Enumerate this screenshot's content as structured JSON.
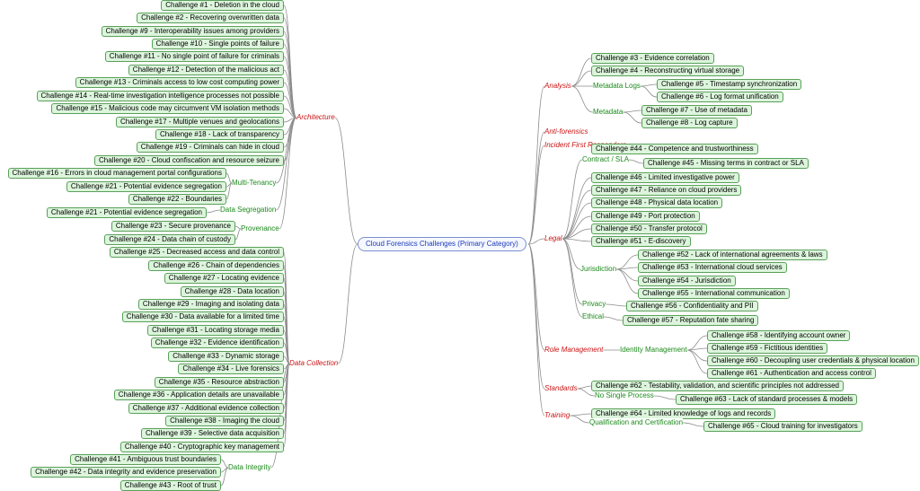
{
  "root": "Cloud Forensics Challenges (Primary Category)",
  "colors": {
    "leaf_fill": "#dcf5dc",
    "leaf_border": "#5aa05a",
    "category": "#cc1414",
    "subcategory": "#1b8a1b",
    "root_text": "#1a3bb8",
    "line": "#8c8c8c"
  },
  "left": [
    {
      "category": "Architecture",
      "leaves": [
        "Challenge #1 - Deletion in the cloud",
        "Challenge #2 - Recovering overwritten data",
        "Challenge #9 - Interoperability issues among providers",
        "Challenge #10 - Single points of failure",
        "Challenge #11 - No single point of failure for criminals",
        "Challenge #12 - Detection of the malicious act",
        "Challenge #13 - Criminals access to low cost computing power",
        "Challenge #14 - Real-time investigation intelligence processes not possible",
        "Challenge #15 - Malicious code may circumvent VM isolation methods",
        "Challenge #17 - Multiple venues and geolocations",
        "Challenge #18 - Lack of transparency",
        "Challenge #19 - Criminals can hide in cloud",
        "Challenge #20 - Cloud confiscation and resource seizure"
      ],
      "groups": [
        {
          "name": "Multi-Tenancy",
          "leaves": [
            "Challenge #16 - Errors in cloud management portal configurations",
            "Challenge #21 - Potential evidence segregation",
            "Challenge #22 - Boundaries"
          ]
        },
        {
          "name": "Data Segregation",
          "leaves": [
            "Challenge #21 - Potential evidence segregation"
          ]
        },
        {
          "name": "Provenance",
          "leaves": [
            "Challenge #23 - Secure provenance",
            "Challenge #24 - Data chain of custody"
          ]
        }
      ]
    },
    {
      "category": "Data Collection",
      "leaves": [
        "Challenge #25 - Decreased access and data control",
        "Challenge #26 - Chain of dependencies",
        "Challenge #27 - Locating evidence",
        "Challenge #28 - Data location",
        "Challenge #29 - Imaging and isolating data",
        "Challenge #30 - Data available for a limited time",
        "Challenge #31 - Locating storage media",
        "Challenge #32 - Evidence identification",
        "Challenge #33 - Dynamic storage",
        "Challenge #34 - Live forensics",
        "Challenge #35 - Resource abstraction",
        "Challenge #36 - Application details are unavailable",
        "Challenge #37 - Additional evidence collection",
        "Challenge #38 - Imaging the cloud",
        "Challenge #39 - Selective data acquisition",
        "Challenge #40 - Cryptographic key management"
      ],
      "groups": [
        {
          "name": "Data Integrity",
          "leaves": [
            "Challenge #41 - Ambiguous trust boundaries",
            "Challenge #42 - Data integrity and evidence preservation",
            "Challenge #43 - Root of trust"
          ]
        }
      ]
    }
  ],
  "right": [
    {
      "category": "Analysis",
      "leaves": [
        "Challenge #3 - Evidence correlation",
        "Challenge #4 - Reconstructing virtual storage"
      ],
      "groups": [
        {
          "name": "Metadata Logs",
          "leaves": [
            "Challenge #5 - Timestamp synchronization",
            "Challenge #6 - Log format unification"
          ]
        },
        {
          "name": "Metadata",
          "leaves": [
            "Challenge #7 - Use of metadata",
            "Challenge #8 - Log capture"
          ]
        }
      ]
    },
    {
      "category": "Anti-forensics",
      "leaves": [],
      "groups": []
    },
    {
      "category": "Incident First Responders",
      "leaves": [
        "Challenge #44 - Competence and trustworthiness"
      ],
      "groups": []
    },
    {
      "category": "Legal",
      "leaves": [
        "Challenge #46 - Limited investigative power",
        "Challenge #47 - Reliance on cloud providers",
        "Challenge #48 - Physical data location",
        "Challenge #49 - Port protection",
        "Challenge #50 - Transfer protocol",
        "Challenge #51 - E-discovery"
      ],
      "groups": [
        {
          "name": "Contract / SLA",
          "leaves": [
            "Challenge #45 - Missing terms in contract or SLA"
          ]
        },
        {
          "name": "Jurisdiction",
          "leaves": [
            "Challenge #52 - Lack of international agreements & laws",
            "Challenge #53 - International cloud services",
            "Challenge #54 - Jurisdiction",
            "Challenge #55 - International communication"
          ]
        },
        {
          "name": "Privacy",
          "leaves": [
            "Challenge #56 - Confidentiality and PII"
          ]
        },
        {
          "name": "Ethical",
          "leaves": [
            "Challenge #57 - Reputation fate sharing"
          ]
        }
      ]
    },
    {
      "category": "Role Management",
      "leaves": [],
      "groups": [
        {
          "name": "Identity Management",
          "leaves": [
            "Challenge #58 - Identifying account owner",
            "Challenge #59 - Fictitious identities",
            "Challenge #60 - Decoupling user credentials & physical location",
            "Challenge #61 - Authentication and access control"
          ]
        }
      ]
    },
    {
      "category": "Standards",
      "leaves": [
        "Challenge #62 - Testability, validation, and scientific principles not addressed"
      ],
      "groups": [
        {
          "name": "No Single Process",
          "leaves": [
            "Challenge #63 - Lack of standard processes & models"
          ]
        }
      ]
    },
    {
      "category": "Training",
      "leaves": [
        "Challenge #64 - Limited knowledge of logs and records"
      ],
      "groups": [
        {
          "name": "Qualification and Certification",
          "leaves": [
            "Challenge #65 - Cloud training for investigators"
          ]
        }
      ]
    }
  ]
}
